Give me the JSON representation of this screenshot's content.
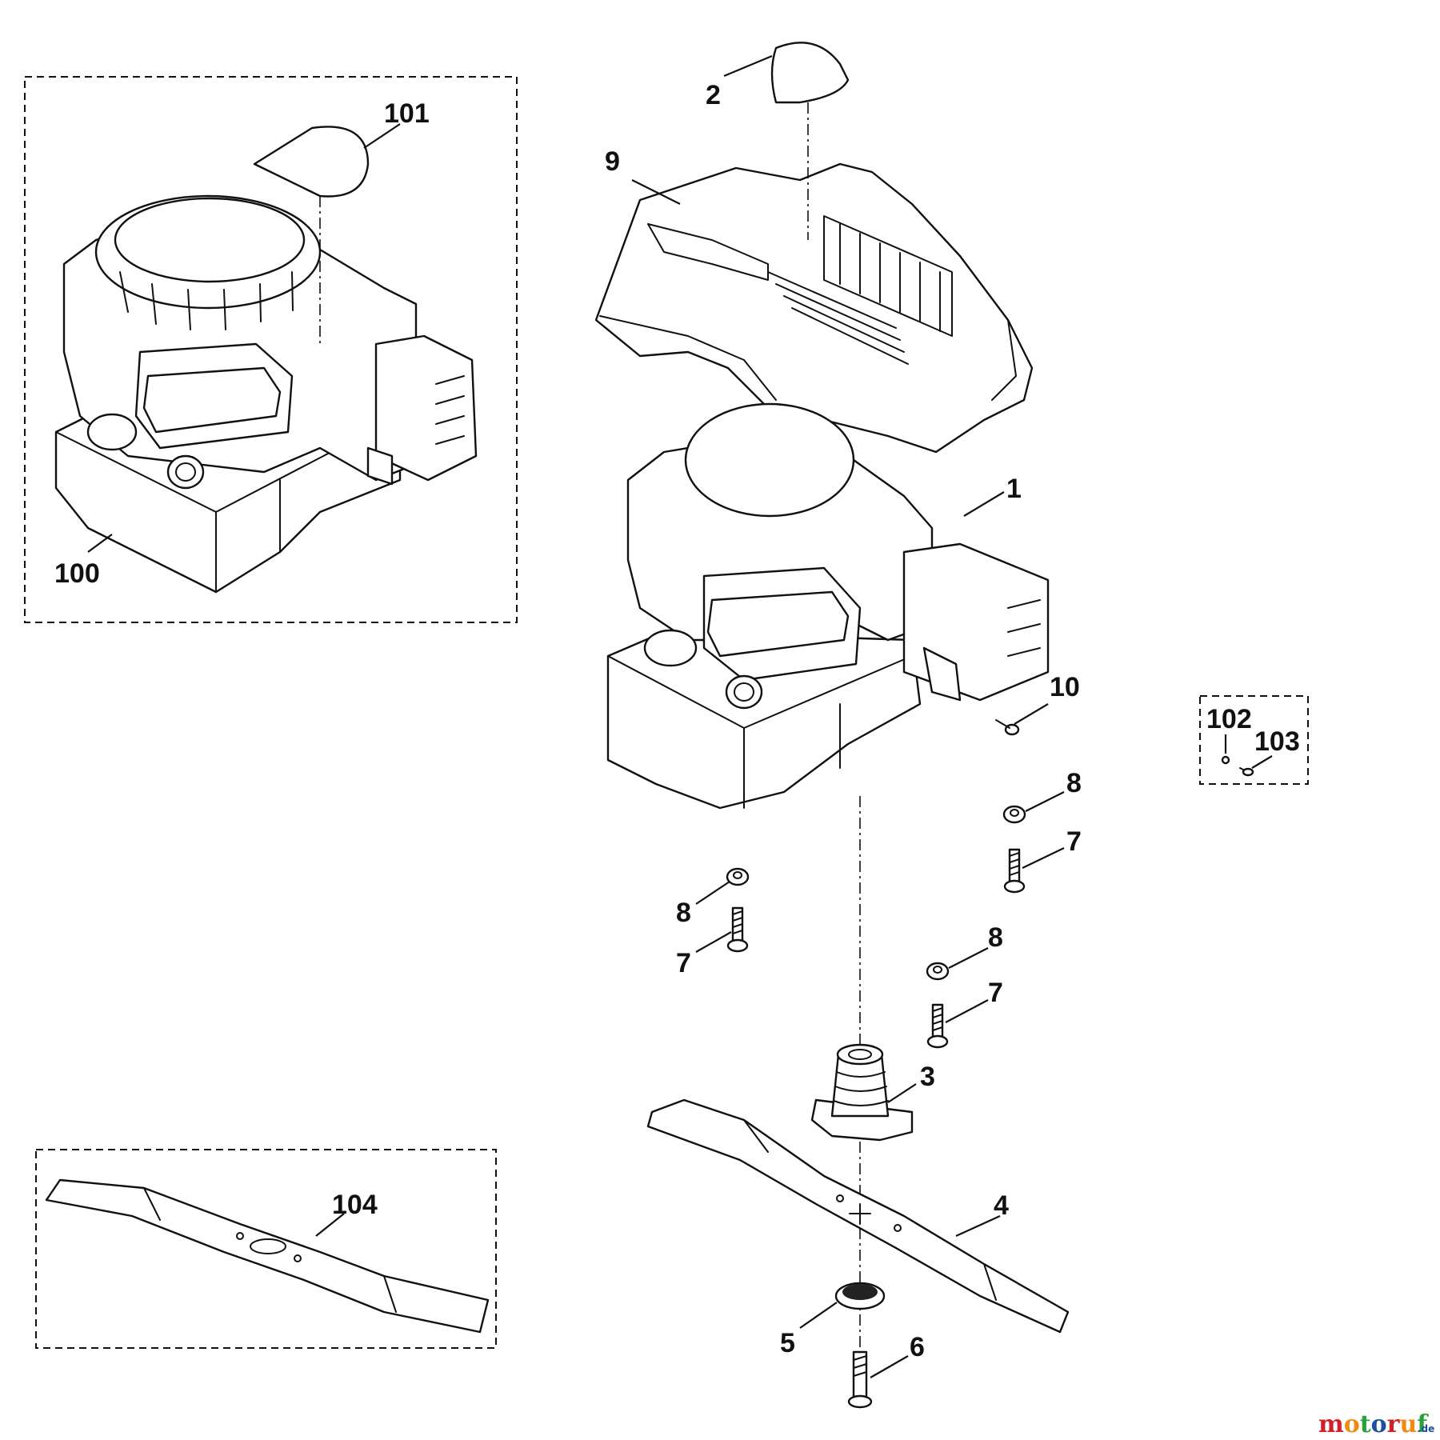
{
  "callouts": {
    "c1": "1",
    "c2": "2",
    "c3": "3",
    "c4": "4",
    "c5": "5",
    "c6": "6",
    "c7a": "7",
    "c7b": "7",
    "c7c": "7",
    "c8a": "8",
    "c8b": "8",
    "c8c": "8",
    "c9": "9",
    "c10": "10",
    "c100": "100",
    "c101": "101",
    "c102": "102",
    "c103": "103",
    "c104": "104"
  },
  "watermark": {
    "brand_m": "m",
    "brand_o1": "o",
    "brand_t": "t",
    "brand_o2": "o",
    "brand_r": "r",
    "brand_u": "u",
    "brand_f": "f",
    "suffix": ".de"
  },
  "colors": {
    "line": "#111111",
    "background": "#ffffff",
    "wm_red": "#d0202a",
    "wm_orange": "#f08a10",
    "wm_green": "#2aa13a",
    "wm_blue": "#1c4f9c"
  }
}
